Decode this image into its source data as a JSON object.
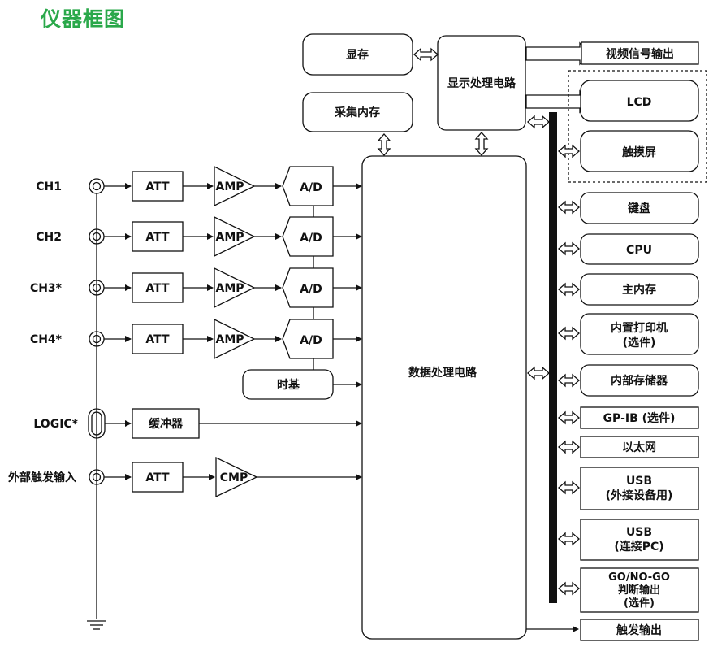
{
  "title": "仪器框图",
  "channels": [
    {
      "label": "CH1",
      "att": "ATT",
      "amp": "AMP",
      "adc": "A/D"
    },
    {
      "label": "CH2",
      "att": "ATT",
      "amp": "AMP",
      "adc": "A/D"
    },
    {
      "label": "CH3*",
      "att": "ATT",
      "amp": "AMP",
      "adc": "A/D"
    },
    {
      "label": "CH4*",
      "att": "ATT",
      "amp": "AMP",
      "adc": "A/D"
    }
  ],
  "logic": {
    "label": "LOGIC*",
    "buffer": "缓冲器"
  },
  "ext_trigger": {
    "label": "外部触发输入",
    "att": "ATT",
    "cmp": "CMP"
  },
  "timebase": "时基",
  "vram": "显存",
  "acq_memory": "采集内存",
  "display_proc": "显示处理电路",
  "data_proc": "数据处理电路",
  "video_out": "视频信号输出",
  "lcd": "LCD",
  "touch": "触摸屏",
  "peripherals": {
    "keyboard": "键盘",
    "cpu": "CPU",
    "main_memory": "主内存",
    "printer": [
      "内置打印机",
      "(选件)"
    ],
    "internal_storage": "内部存储器",
    "gpib": "GP-IB (选件)",
    "ethernet": "以太网",
    "usb_device": [
      "USB",
      "(外接设备用)"
    ],
    "usb_pc": [
      "USB",
      "(连接PC)"
    ],
    "gonogo": [
      "GO/NO-GO",
      "判断输出",
      "(选件)"
    ],
    "trigger_out": "触发输出"
  },
  "colors": {
    "title": "#2aa84a",
    "line": "#111111",
    "box_fill": "#ffffff"
  }
}
